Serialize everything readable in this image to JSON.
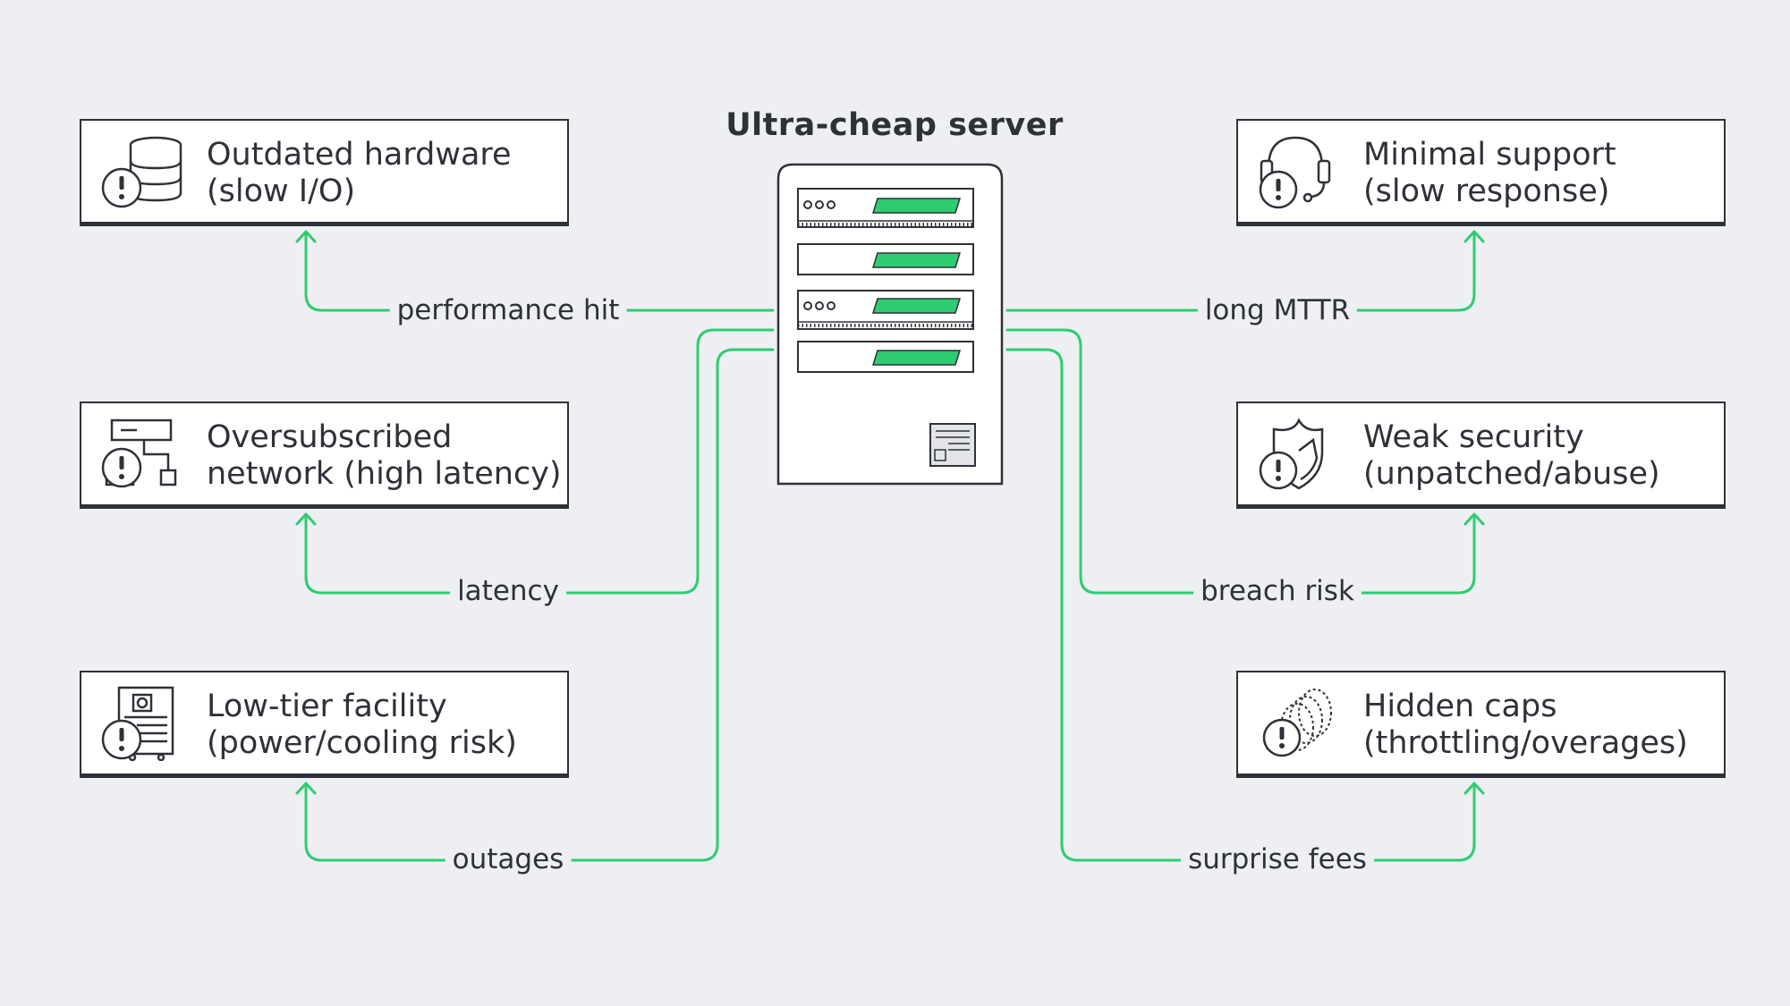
{
  "title": "Ultra-cheap server",
  "colors": {
    "accent": "#2ecc71",
    "ink": "#2e3138",
    "background": "#eeeff3"
  },
  "boxes": {
    "outdated": {
      "line1": "Outdated hardware",
      "line2": "(slow I/O)",
      "icon": "database-warning-icon"
    },
    "network": {
      "line1": "Oversubscribed",
      "line2": "network (high latency)",
      "icon": "network-warning-icon"
    },
    "facility": {
      "line1": "Low-tier facility",
      "line2": "(power/cooling risk)",
      "icon": "facility-warning-icon"
    },
    "support": {
      "line1": "Minimal support",
      "line2": "(slow response)",
      "icon": "headset-warning-icon"
    },
    "security": {
      "line1": "Weak security",
      "line2": "(unpatched/abuse)",
      "icon": "shield-warning-icon"
    },
    "caps": {
      "line1": "Hidden caps",
      "line2": "(throttling/overages)",
      "icon": "coins-warning-icon"
    }
  },
  "edges": {
    "performance": "performance hit",
    "latency": "latency",
    "outages": "outages",
    "mttr": "long MTTR",
    "breach": "breach risk",
    "fees": "surprise fees"
  }
}
